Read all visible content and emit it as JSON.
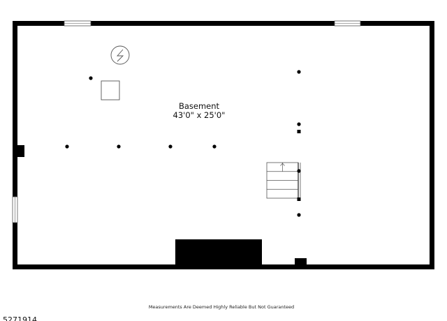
{
  "floor_plan": {
    "room": {
      "name": "Basement",
      "dimensions": "43'0\" x 25'0\""
    },
    "disclaimer": "Measurements Are Deemed Highly Reliable But Not Guaranteed",
    "listing_id": "5271914",
    "colors": {
      "wall": "#000000",
      "background": "#ffffff",
      "fixture_stroke": "#555555"
    },
    "icons": [
      "electrical-panel-icon",
      "stairs-up-icon",
      "window-icon"
    ]
  }
}
